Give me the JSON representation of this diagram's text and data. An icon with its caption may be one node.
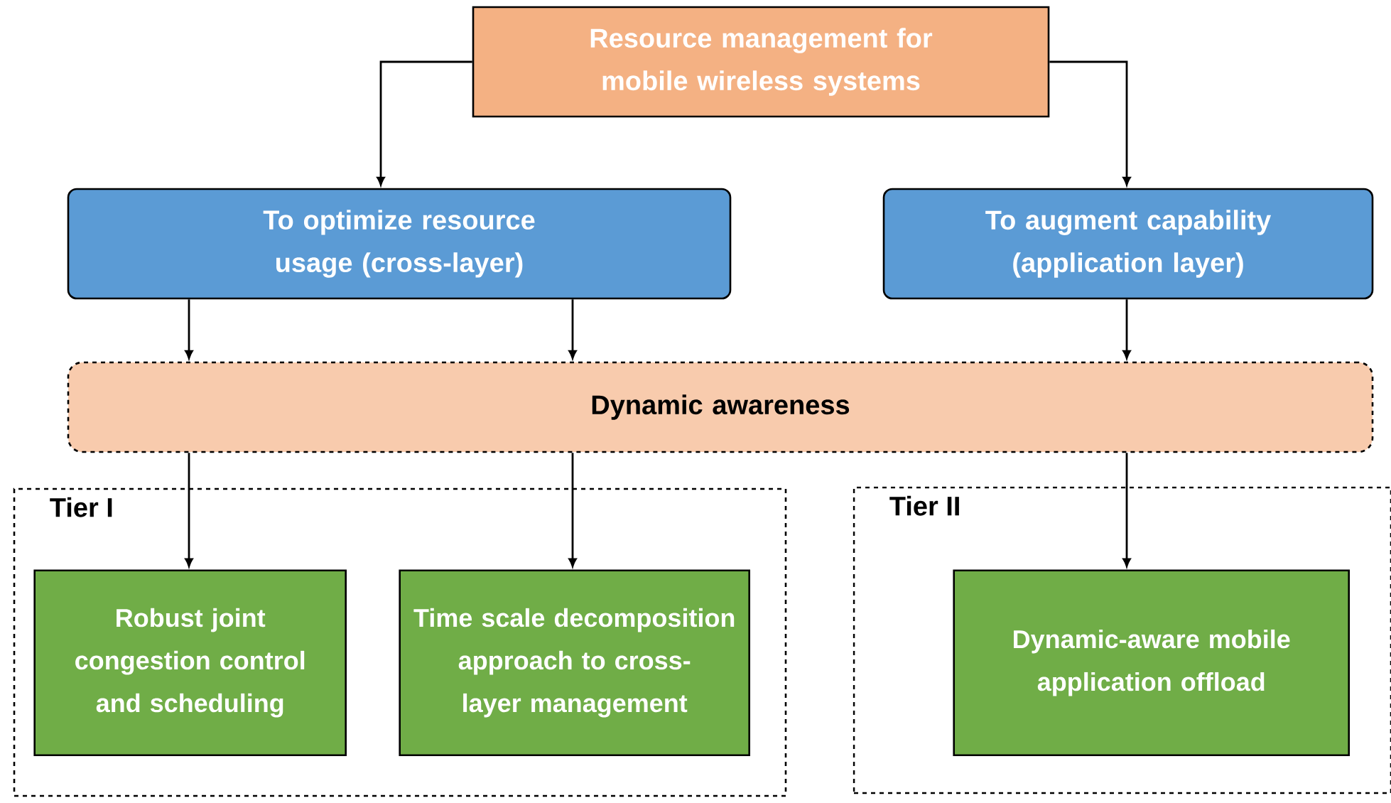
{
  "diagram": {
    "nodes": [
      {
        "text": [
          "Resource management for mobile wireless systems"
        ]
      },
      {
        "text": [
          "To optimize resource usage (cross-layer)"
        ]
      },
      {
        "text": [
          "To augment capability (application layer)"
        ]
      },
      {
        "text": [
          "Dynamic awareness"
        ]
      },
      {
        "text": [
          "Tier I"
        ]
      },
      {
        "text": [
          "Tier II"
        ]
      },
      {
        "text": [
          "Robust joint congestion control and scheduling"
        ],
        "in": 4
      },
      {
        "text": [
          "Time scale decomposition approach to cross-layer management"
        ],
        "in": 4
      },
      {
        "text": [
          "Dynamic-aware mobile application offload"
        ],
        "in": 5
      }
    ],
    "edges": [
      {
        "from": 0,
        "to": 1,
        "arrow": "to"
      },
      {
        "from": 0,
        "to": 2,
        "arrow": "to"
      },
      {
        "from": 1,
        "to": 3,
        "arrow": "to"
      },
      {
        "from": 1,
        "to": 3,
        "arrow": "to"
      },
      {
        "from": 2,
        "to": 3,
        "arrow": "to"
      },
      {
        "from": 3,
        "to": 6,
        "arrow": "to"
      },
      {
        "from": 3,
        "to": 7,
        "arrow": "to"
      },
      {
        "from": 3,
        "to": 8,
        "arrow": "to"
      }
    ]
  }
}
